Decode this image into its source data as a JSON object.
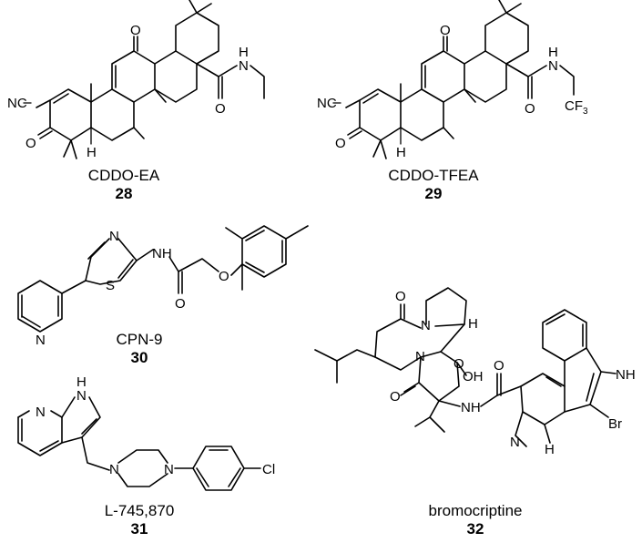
{
  "compounds": [
    {
      "id": "28",
      "name": "CDDO-EA",
      "atoms": {
        "nc": "NC",
        "o_ketone": "O",
        "o_enone": "O",
        "o_amide": "O",
        "nh_n": "N",
        "nh_h": "H",
        "h_ring": "H"
      }
    },
    {
      "id": "29",
      "name": "CDDO-TFEA",
      "atoms": {
        "nc": "NC",
        "o_ketone": "O",
        "o_enone": "O",
        "o_amide": "O",
        "nh_n": "N",
        "nh_h": "H",
        "h_ring": "H",
        "cf3_cf": "CF",
        "cf3_sub": "3"
      }
    },
    {
      "id": "30",
      "name": "CPN-9",
      "atoms": {
        "n_thiazole": "N",
        "s_thiazole": "S",
        "n_pyridine": "N",
        "nh": "NH",
        "o_carbonyl": "O",
        "o_ether": "O"
      }
    },
    {
      "id": "31",
      "name": "L-745,870",
      "atoms": {
        "n_pyridine": "N",
        "nh_n": "N",
        "nh_h": "H",
        "n_pip1": "N",
        "n_pip2": "N",
        "cl": "Cl"
      }
    },
    {
      "id": "32",
      "name": "bromocriptine",
      "atoms": {
        "o1": "O",
        "n1": "N",
        "h1": "H",
        "oh": "OH",
        "n2": "N",
        "o2": "O",
        "o3": "O",
        "nh_amide": "NH",
        "o_amide": "O",
        "nh_indole": "NH",
        "br": "Br",
        "n_methyl": "N",
        "h2": "H"
      }
    }
  ]
}
